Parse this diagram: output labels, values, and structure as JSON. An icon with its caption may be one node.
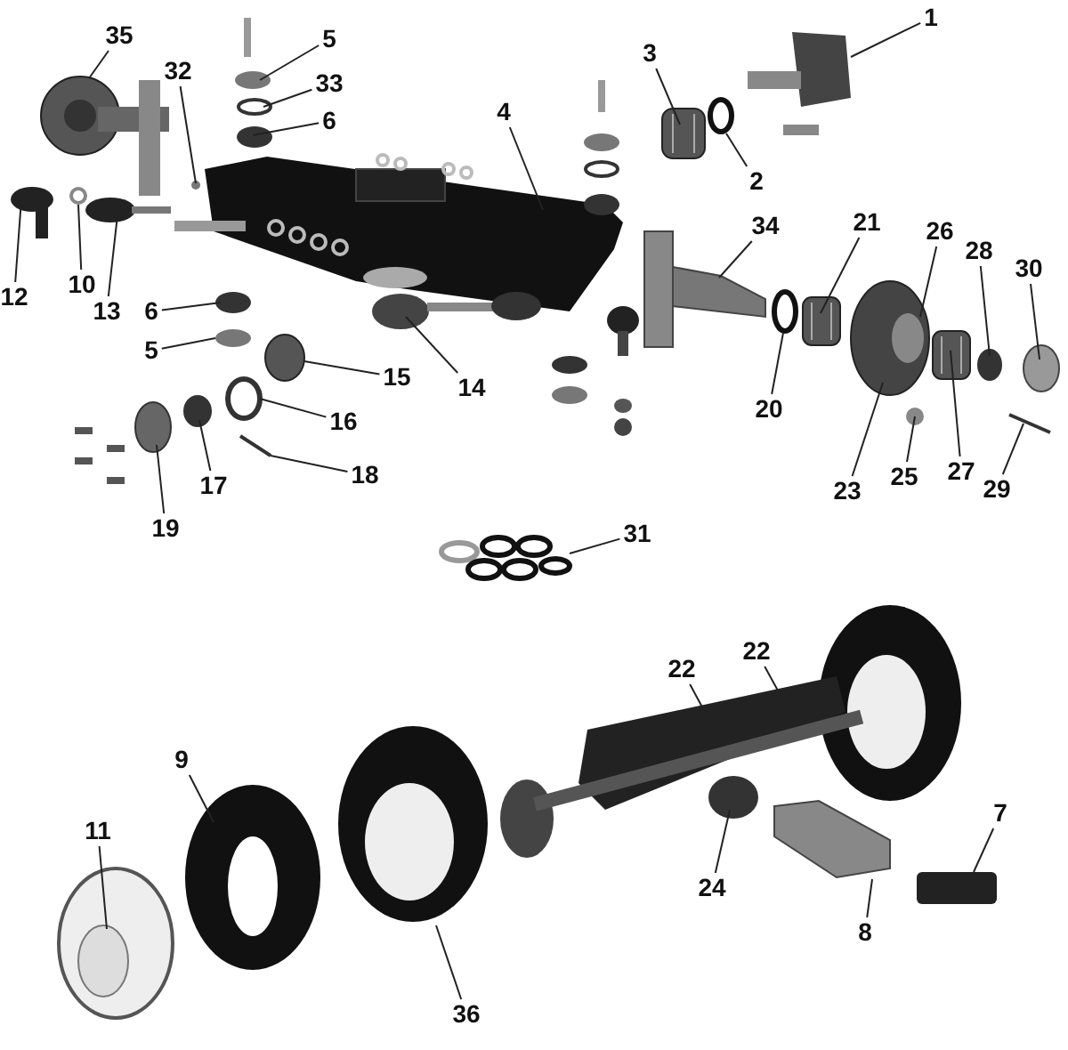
{
  "diagram": {
    "nodes": [
      {
        "text": [
          "1"
        ]
      },
      {
        "text": [
          "35"
        ]
      },
      {
        "text": [
          "5"
        ]
      },
      {
        "text": [
          "3"
        ]
      },
      {
        "text": [
          "32"
        ]
      },
      {
        "text": [
          "33"
        ]
      },
      {
        "text": [
          "4"
        ]
      },
      {
        "text": [
          "6"
        ]
      },
      {
        "text": [
          "2"
        ]
      },
      {
        "text": [
          "34"
        ]
      },
      {
        "text": [
          "21"
        ]
      },
      {
        "text": [
          "26"
        ]
      },
      {
        "text": [
          "28"
        ]
      },
      {
        "text": [
          "30"
        ]
      },
      {
        "text": [
          "10"
        ]
      },
      {
        "text": [
          "12"
        ]
      },
      {
        "text": [
          "13"
        ]
      },
      {
        "text": [
          "6"
        ]
      },
      {
        "text": [
          "5"
        ]
      },
      {
        "text": [
          "15"
        ]
      },
      {
        "text": [
          "14"
        ]
      },
      {
        "text": [
          "20"
        ]
      },
      {
        "text": [
          "16"
        ]
      },
      {
        "text": [
          "18"
        ]
      },
      {
        "text": [
          "17"
        ]
      },
      {
        "text": [
          "25"
        ]
      },
      {
        "text": [
          "27"
        ]
      },
      {
        "text": [
          "23"
        ]
      },
      {
        "text": [
          "29"
        ]
      },
      {
        "text": [
          "19"
        ]
      },
      {
        "text": [
          "31"
        ]
      },
      {
        "text": [
          "22"
        ]
      },
      {
        "text": [
          "22"
        ]
      },
      {
        "text": [
          "9"
        ]
      },
      {
        "text": [
          "11"
        ]
      },
      {
        "text": [
          "24"
        ]
      },
      {
        "text": [
          "7"
        ]
      },
      {
        "text": [
          "8"
        ]
      },
      {
        "text": [
          "36"
        ]
      }
    ],
    "edges": [
      {
        "from": 0,
        "to": null,
        "arrow": "none"
      },
      {
        "from": 1,
        "to": null,
        "arrow": "none"
      },
      {
        "from": 2,
        "to": null,
        "arrow": "none"
      },
      {
        "from": 3,
        "to": null,
        "arrow": "none"
      },
      {
        "from": 4,
        "to": null,
        "arrow": "none"
      },
      {
        "from": 5,
        "to": null,
        "arrow": "none"
      },
      {
        "from": 6,
        "to": null,
        "arrow": "none"
      },
      {
        "from": 7,
        "to": null,
        "arrow": "none"
      },
      {
        "from": 8,
        "to": null,
        "arrow": "none"
      },
      {
        "from": 9,
        "to": null,
        "arrow": "none"
      },
      {
        "from": 10,
        "to": null,
        "arrow": "none"
      },
      {
        "from": 11,
        "to": null,
        "arrow": "none"
      },
      {
        "from": 12,
        "to": null,
        "arrow": "none"
      },
      {
        "from": 13,
        "to": null,
        "arrow": "none"
      },
      {
        "from": 14,
        "to": null,
        "arrow": "none"
      },
      {
        "from": 15,
        "to": null,
        "arrow": "none"
      },
      {
        "from": 16,
        "to": null,
        "arrow": "none"
      },
      {
        "from": 17,
        "to": null,
        "arrow": "none"
      },
      {
        "from": 18,
        "to": null,
        "arrow": "none"
      },
      {
        "from": 19,
        "to": null,
        "arrow": "none"
      },
      {
        "from": 20,
        "to": null,
        "arrow": "none"
      },
      {
        "from": 21,
        "to": null,
        "arrow": "none"
      },
      {
        "from": 22,
        "to": null,
        "arrow": "none"
      },
      {
        "from": 23,
        "to": null,
        "arrow": "none"
      },
      {
        "from": 24,
        "to": null,
        "arrow": "none"
      },
      {
        "from": 25,
        "to": null,
        "arrow": "none"
      },
      {
        "from": 26,
        "to": null,
        "arrow": "none"
      },
      {
        "from": 27,
        "to": null,
        "arrow": "none"
      },
      {
        "from": 28,
        "to": null,
        "arrow": "none"
      },
      {
        "from": 29,
        "to": null,
        "arrow": "none"
      },
      {
        "from": 30,
        "to": null,
        "arrow": "none"
      },
      {
        "from": 31,
        "to": null,
        "arrow": "none"
      },
      {
        "from": 32,
        "to": null,
        "arrow": "none"
      },
      {
        "from": 33,
        "to": null,
        "arrow": "none"
      },
      {
        "from": 34,
        "to": null,
        "arrow": "none"
      },
      {
        "from": 35,
        "to": null,
        "arrow": "none"
      },
      {
        "from": 36,
        "to": null,
        "arrow": "none"
      },
      {
        "from": 37,
        "to": null,
        "arrow": "none"
      },
      {
        "from": 38,
        "to": null,
        "arrow": "none"
      }
    ]
  }
}
